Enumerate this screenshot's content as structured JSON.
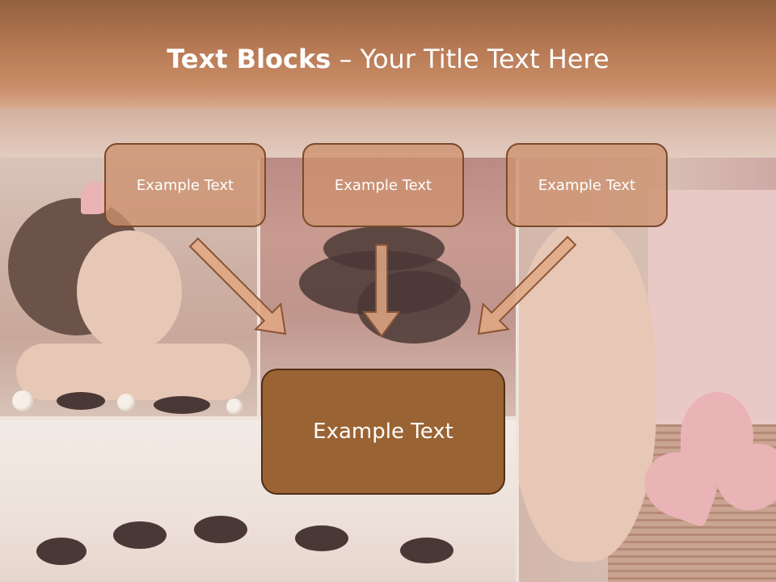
{
  "title": {
    "bold": "Text Blocks",
    "rest": " – Your Title Text Here"
  },
  "diagram": {
    "top_boxes": [
      "Example Text",
      "Example Text",
      "Example Text"
    ],
    "main_box": "Example Text"
  },
  "colors": {
    "header": "#b77a55",
    "small_box_fill": "#cd916e",
    "small_box_border": "#7a4a2a",
    "main_box_fill": "#9a6333",
    "main_box_border": "#4e2f16",
    "arrow_fill": "#e0a884",
    "arrow_stroke": "#8a5535",
    "text": "#ffffff"
  }
}
